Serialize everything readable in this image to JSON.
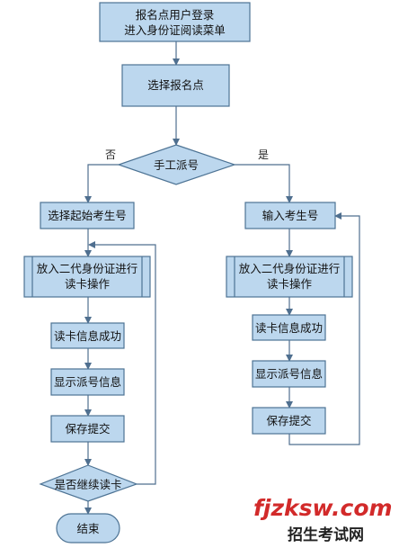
{
  "diagram": {
    "start": {
      "line1": "报名点用户登录",
      "line2": "进入身份证阅读菜单"
    },
    "select_point": "选择报名点",
    "decision_manual": "手工派号",
    "branch_no": "否",
    "branch_yes": "是",
    "left": {
      "select_start": "选择起始考生号",
      "read_card": {
        "line1": "放入二代身份证进行",
        "line2": "读卡操作"
      },
      "read_success": "读卡信息成功",
      "show_number": "显示派号信息",
      "save_submit": "保存提交",
      "continue_decision": "是否继续读卡",
      "end": "结束"
    },
    "right": {
      "input_number": "输入考生号",
      "read_card": {
        "line1": "放入二代身份证进行",
        "line2": "读卡操作"
      },
      "read_success": "读卡信息成功",
      "show_number": "显示派号信息",
      "save_submit": "保存提交"
    }
  },
  "watermark": {
    "site": "fjzksw.com",
    "name": "招生考试网"
  }
}
